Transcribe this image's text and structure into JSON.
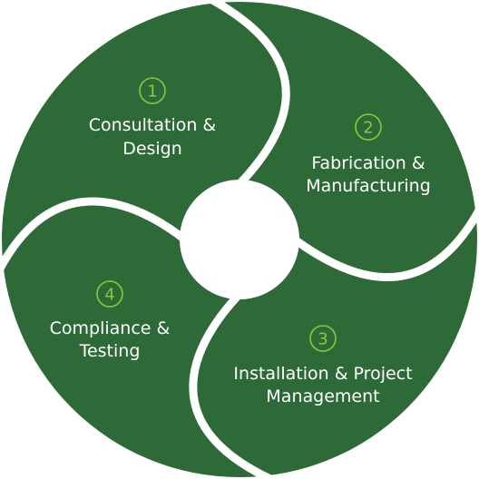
{
  "colors": {
    "segment": "#2e6a37",
    "separator": "#ffffff",
    "accent": "#8cc63f",
    "label": "#ffffff"
  },
  "segments": [
    {
      "number": "1",
      "line1": "Consultation &",
      "line2": "Design"
    },
    {
      "number": "2",
      "line1": "Fabrication &",
      "line2": "Manufacturing"
    },
    {
      "number": "3",
      "line1": "Installation & Project",
      "line2": "Management"
    },
    {
      "number": "4",
      "line1": "Compliance &",
      "line2": "Testing"
    }
  ]
}
